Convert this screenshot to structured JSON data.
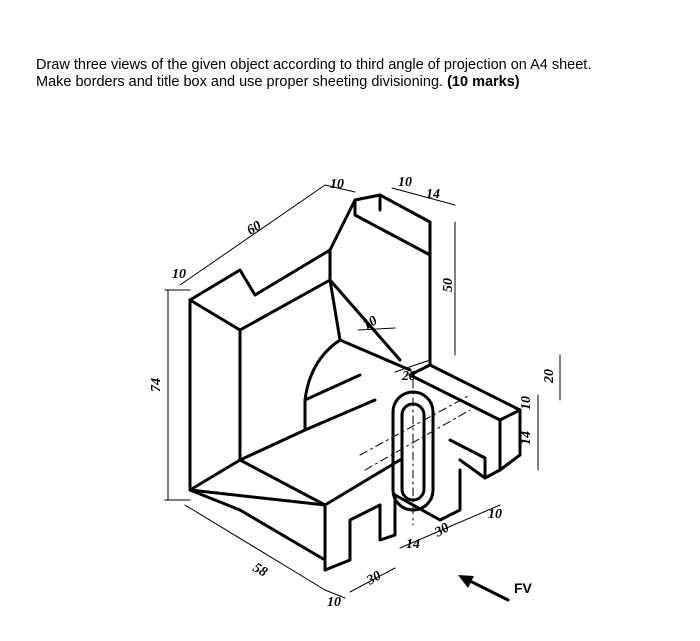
{
  "question": {
    "line1": "Draw three views of the given object according to third angle of projection on A4 sheet.",
    "line2": "Make borders and title box and use proper sheeting divisioning.",
    "marks": "(10 marks)"
  },
  "dimensions": {
    "top_10a": "10",
    "top_10b": "10",
    "top_14": "14",
    "d_60": "60",
    "left_10": "10",
    "d_50": "50",
    "d_10_rib": "10",
    "d_28": "28",
    "d_74": "74",
    "d_58": "58",
    "bottom_10": "10",
    "d_30_bottom": "30",
    "d_14_slot": "14",
    "d_30_slot": "30",
    "d_10_right": "10",
    "d_14_right": "14",
    "d_10_right2": "10",
    "d_20": "20"
  },
  "view_label": "FV"
}
